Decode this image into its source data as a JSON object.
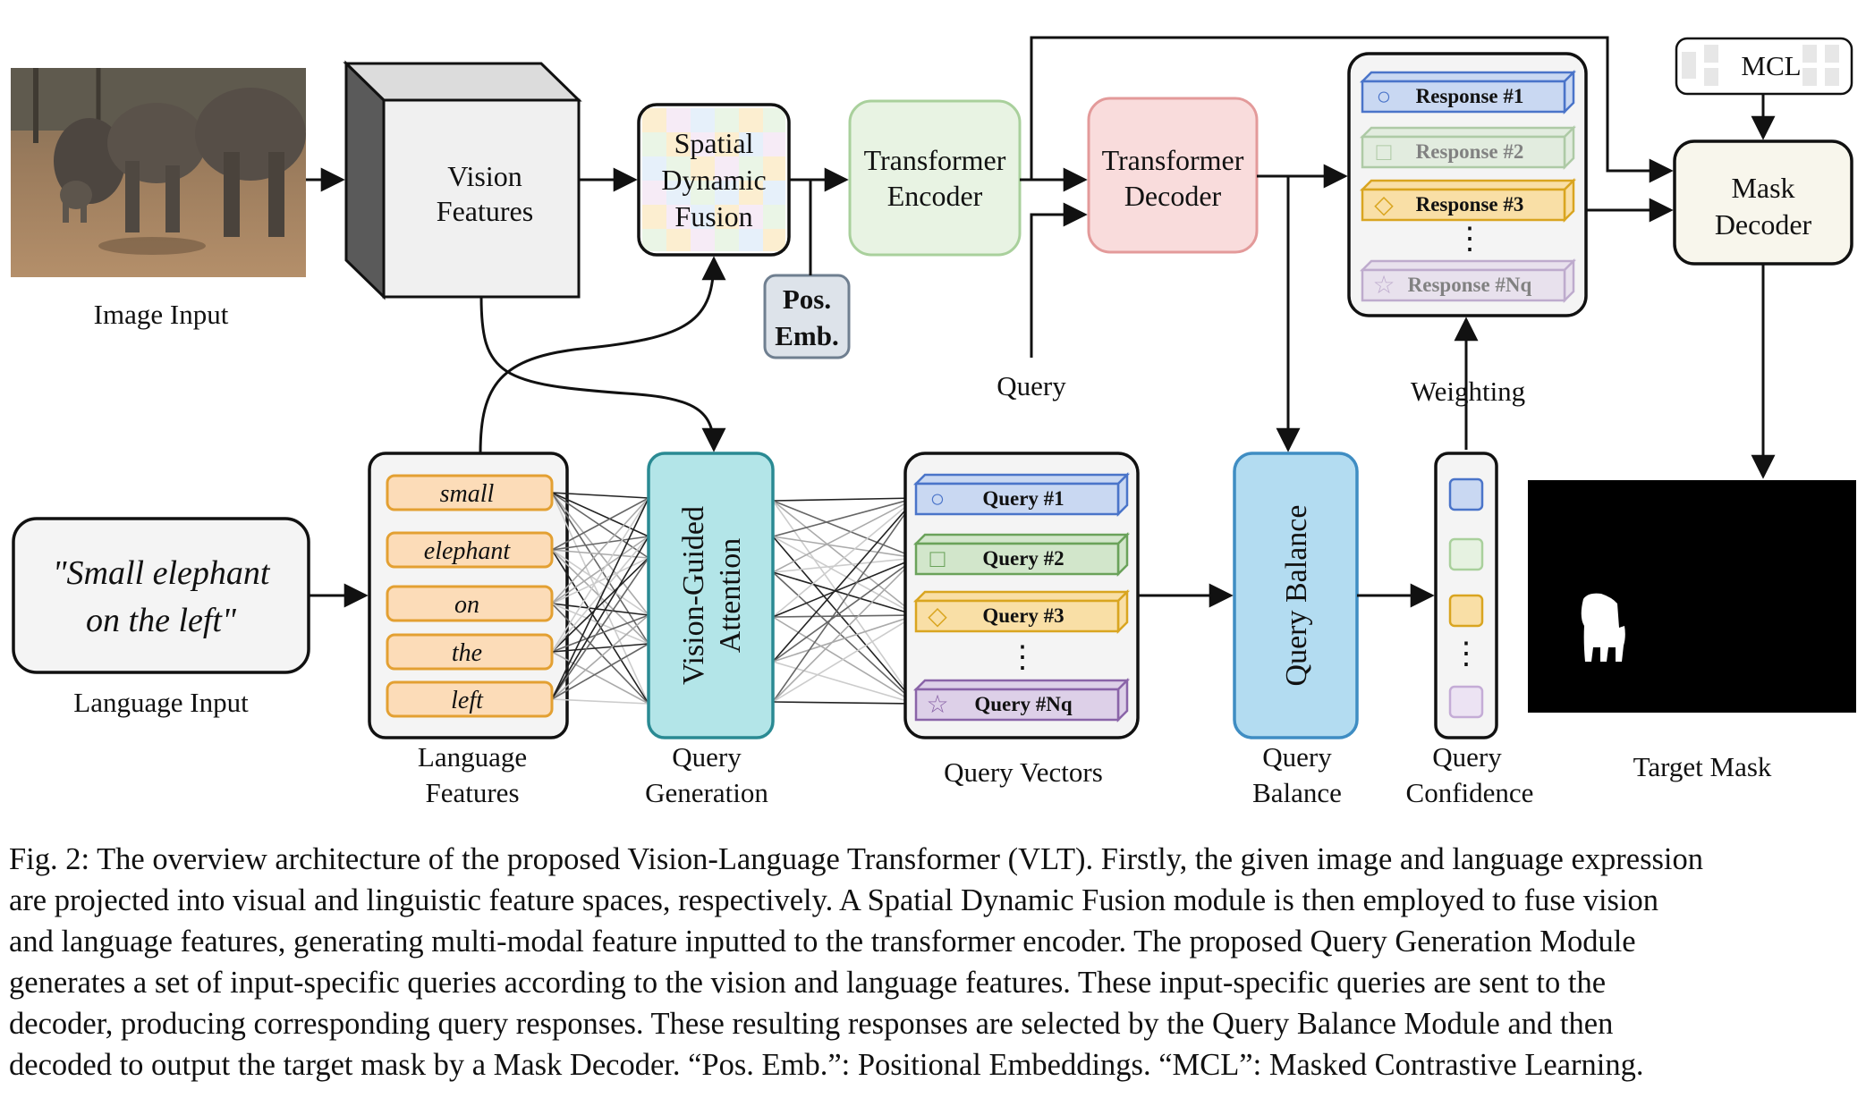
{
  "labels": {
    "image_input": "Image Input",
    "vision_features_1": "Vision",
    "vision_features_2": "Features",
    "sdf_1": "Spatial",
    "sdf_2": "Dynamic",
    "sdf_3": "Fusion",
    "pos_emb_1": "Pos.",
    "pos_emb_2": "Emb.",
    "enc_1": "Transformer",
    "enc_2": "Encoder",
    "dec_1": "Transformer",
    "dec_2": "Decoder",
    "mcl": "MCL",
    "mask_dec_1": "Mask",
    "mask_dec_2": "Decoder",
    "query": "Query",
    "weighting": "Weighting",
    "lang_input_1": "\"Small elephant",
    "lang_input_2": "on the left\"",
    "language_input": "Language Input",
    "language_features_1": "Language",
    "language_features_2": "Features",
    "vga_1": "Vision-Guided",
    "vga_2": "Attention",
    "query_generation_1": "Query",
    "query_generation_2": "Generation",
    "query_vectors": "Query Vectors",
    "query_balance_box": "Query Balance",
    "query_balance_1": "Query",
    "query_balance_2": "Balance",
    "query_confidence_1": "Query",
    "query_confidence_2": "Confidence",
    "target_mask": "Target Mask",
    "vdots": "⋮"
  },
  "words": [
    "small",
    "elephant",
    "on",
    "the",
    "left"
  ],
  "queries": [
    {
      "label": "Query #1",
      "symbol": "○",
      "color": "#4a74c9",
      "fill": "#c9d8f2"
    },
    {
      "label": "Query #2",
      "symbol": "□",
      "color": "#6aa25a",
      "fill": "#d2e6cb"
    },
    {
      "label": "Query #3",
      "symbol": "◇",
      "color": "#d9a520",
      "fill": "#f9dfa6"
    },
    {
      "label": "Query #Nq",
      "symbol": "☆",
      "color": "#8a64a8",
      "fill": "#ddd0e8"
    }
  ],
  "responses": [
    {
      "label": "Response #1",
      "symbol": "○",
      "color": "#4a74c9",
      "fill": "#c9d8f2",
      "faded": false
    },
    {
      "label": "Response #2",
      "symbol": "□",
      "color": "#6aa25a",
      "fill": "#d2e6cb",
      "faded": true
    },
    {
      "label": "Response #3",
      "symbol": "◇",
      "color": "#d9a520",
      "fill": "#f9dfa6",
      "faded": false
    },
    {
      "label": "Response #Nq",
      "symbol": "☆",
      "color": "#8a64a8",
      "fill": "#ddd0e8",
      "faded": true
    }
  ],
  "confidence_colors": [
    {
      "stroke": "#4a74c9",
      "fill": "#c9d8f2"
    },
    {
      "stroke": "#a9d09c",
      "fill": "#e6f2e1"
    },
    {
      "stroke": "#d9a520",
      "fill": "#f9dfa6"
    },
    {
      "stroke": "#c4acd6",
      "fill": "#ece3f3"
    }
  ],
  "caption": [
    "Fig. 2: The overview architecture of the proposed Vision-Language Transformer (VLT). Firstly, the given image and language expression",
    "are projected into visual and linguistic feature spaces, respectively. A Spatial Dynamic Fusion module is then employed to fuse vision",
    "and language features, generating multi-modal feature inputted to the transformer encoder. The proposed Query Generation Module",
    "generates a set of input-specific queries according to the vision and language features. These input-specific queries are sent to the",
    "decoder, producing corresponding query responses. These resulting responses are selected by the Query Balance Module and then",
    "decoded to output the target mask by a Mask Decoder. “Pos. Emb.”: Positional Embeddings. “MCL”: Masked Contrastive Learning."
  ]
}
